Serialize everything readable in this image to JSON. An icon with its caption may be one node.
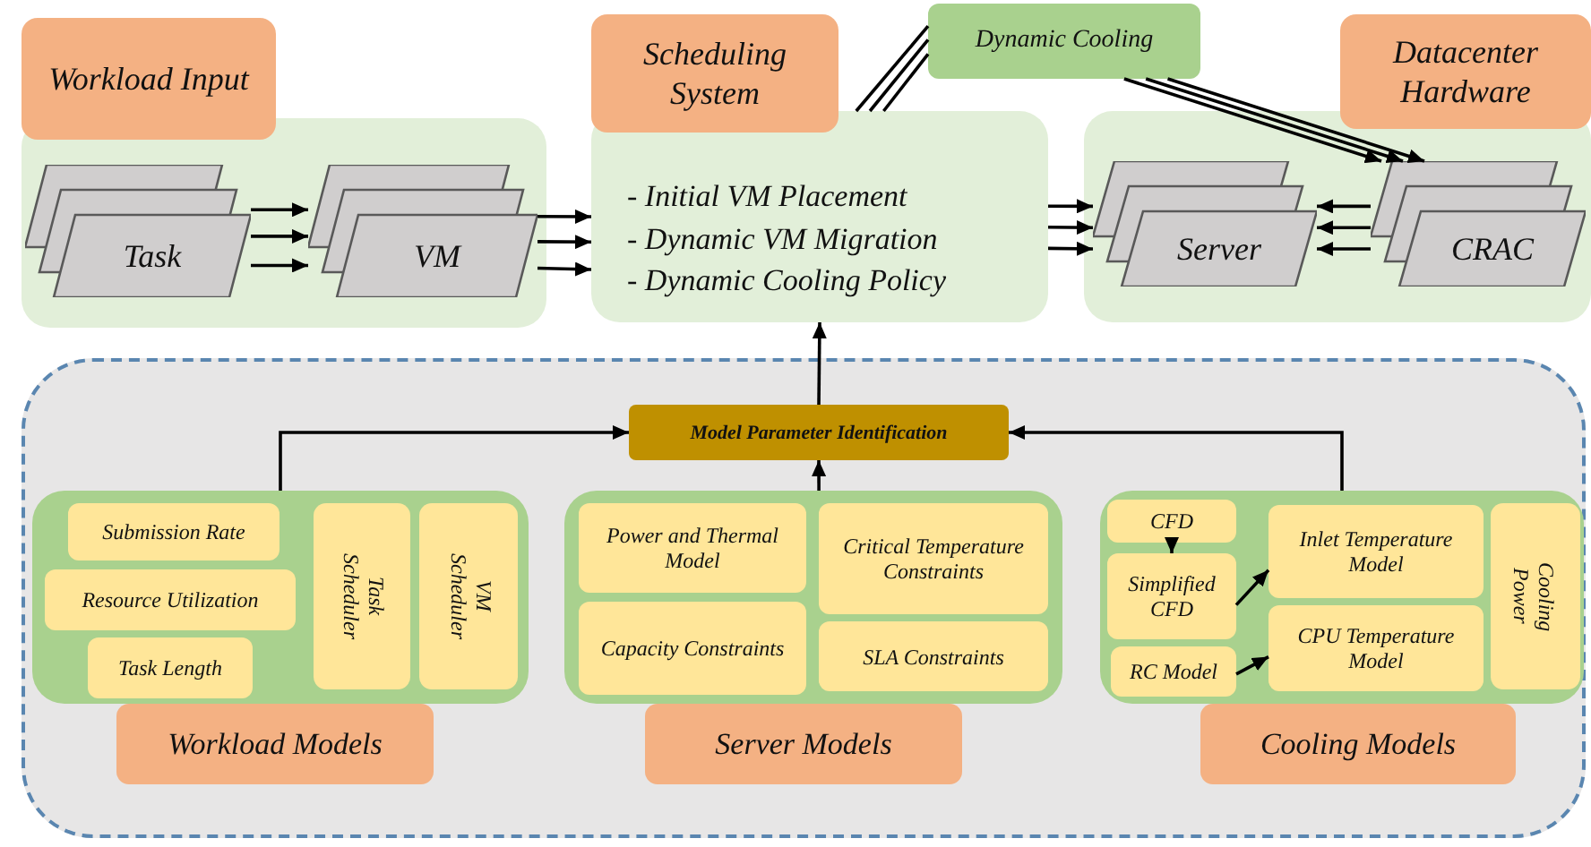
{
  "diagram": {
    "nodes": [
      {
        "text": [
          "Workload Input"
        ]
      },
      {
        "text": [],
        "shape": "box"
      },
      {
        "text": [
          "Task"
        ],
        "in": 1
      },
      {
        "text": [
          "VM"
        ],
        "in": 1
      },
      {
        "text": [
          "Scheduling System"
        ]
      },
      {
        "text": [
          "- Initial VM Placement",
          "- Dynamic VM Migration",
          "- Dynamic Cooling Policy"
        ]
      },
      {
        "text": [
          "Dynamic Cooling"
        ]
      },
      {
        "text": [
          "Datacenter Hardware"
        ]
      },
      {
        "text": [],
        "shape": "box"
      },
      {
        "text": [
          "Server"
        ],
        "in": 8
      },
      {
        "text": [
          "CRAC"
        ],
        "in": 8
      },
      {
        "text": [],
        "shape": "box"
      },
      {
        "text": [
          "Model Parameter Identification"
        ],
        "in": 11
      },
      {
        "text": [],
        "shape": "box",
        "in": 11
      },
      {
        "text": [
          "Submission Rate"
        ],
        "in": 13
      },
      {
        "text": [
          "Resource Utilization"
        ],
        "in": 13
      },
      {
        "text": [
          "Task Length"
        ],
        "in": 13
      },
      {
        "text": [
          "Task Scheduler"
        ],
        "in": 13
      },
      {
        "text": [
          "VM Scheduler"
        ],
        "in": 13
      },
      {
        "text": [
          "Workload Models"
        ],
        "in": 11
      },
      {
        "text": [],
        "shape": "box",
        "in": 11
      },
      {
        "text": [
          "Power and Thermal Model"
        ],
        "in": 20
      },
      {
        "text": [
          "Critical Temperature Constraints"
        ],
        "in": 20
      },
      {
        "text": [
          "Capacity Constraints"
        ],
        "in": 20
      },
      {
        "text": [
          "SLA Constraints"
        ],
        "in": 20
      },
      {
        "text": [
          "Server Models"
        ],
        "in": 11
      },
      {
        "text": [],
        "shape": "box",
        "in": 11
      },
      {
        "text": [
          "CFD"
        ],
        "in": 26
      },
      {
        "text": [
          "Simplified CFD"
        ],
        "in": 26
      },
      {
        "text": [
          "RC Model"
        ],
        "in": 26
      },
      {
        "text": [
          "Inlet Temperature Model"
        ],
        "in": 26
      },
      {
        "text": [
          "CPU Temperature Model"
        ],
        "in": 26
      },
      {
        "text": [
          "Cooling Power"
        ],
        "in": 26
      },
      {
        "text": [
          "Cooling Models"
        ],
        "in": 11
      }
    ],
    "edges": [
      {
        "from": 2,
        "to": 3,
        "arrow": "to"
      },
      {
        "from": 2,
        "to": 3,
        "arrow": "to"
      },
      {
        "from": 2,
        "to": 3,
        "arrow": "to"
      },
      {
        "from": 3,
        "to": 5,
        "arrow": "to"
      },
      {
        "from": 3,
        "to": 5,
        "arrow": "to"
      },
      {
        "from": 3,
        "to": 5,
        "arrow": "to"
      },
      {
        "from": 5,
        "to": 6,
        "arrow": "none"
      },
      {
        "from": 5,
        "to": 6,
        "arrow": "none"
      },
      {
        "from": 5,
        "to": 6,
        "arrow": "none"
      },
      {
        "from": 6,
        "to": 10,
        "arrow": "to"
      },
      {
        "from": 6,
        "to": 10,
        "arrow": "to"
      },
      {
        "from": 6,
        "to": 10,
        "arrow": "to"
      },
      {
        "from": 5,
        "to": 9,
        "arrow": "to"
      },
      {
        "from": 5,
        "to": 9,
        "arrow": "to"
      },
      {
        "from": 5,
        "to": 9,
        "arrow": "to"
      },
      {
        "from": 10,
        "to": 9,
        "arrow": "to"
      },
      {
        "from": 10,
        "to": 9,
        "arrow": "to"
      },
      {
        "from": 10,
        "to": 9,
        "arrow": "to"
      },
      {
        "from": 12,
        "to": 5,
        "arrow": "to"
      },
      {
        "from": 13,
        "to": 12,
        "arrow": "to"
      },
      {
        "from": 20,
        "to": 12,
        "arrow": "to"
      },
      {
        "from": 26,
        "to": 12,
        "arrow": "to"
      },
      {
        "from": 27,
        "to": 28,
        "arrow": "to"
      },
      {
        "from": 28,
        "to": 30,
        "arrow": "to"
      },
      {
        "from": 29,
        "to": 31,
        "arrow": "to"
      }
    ]
  }
}
